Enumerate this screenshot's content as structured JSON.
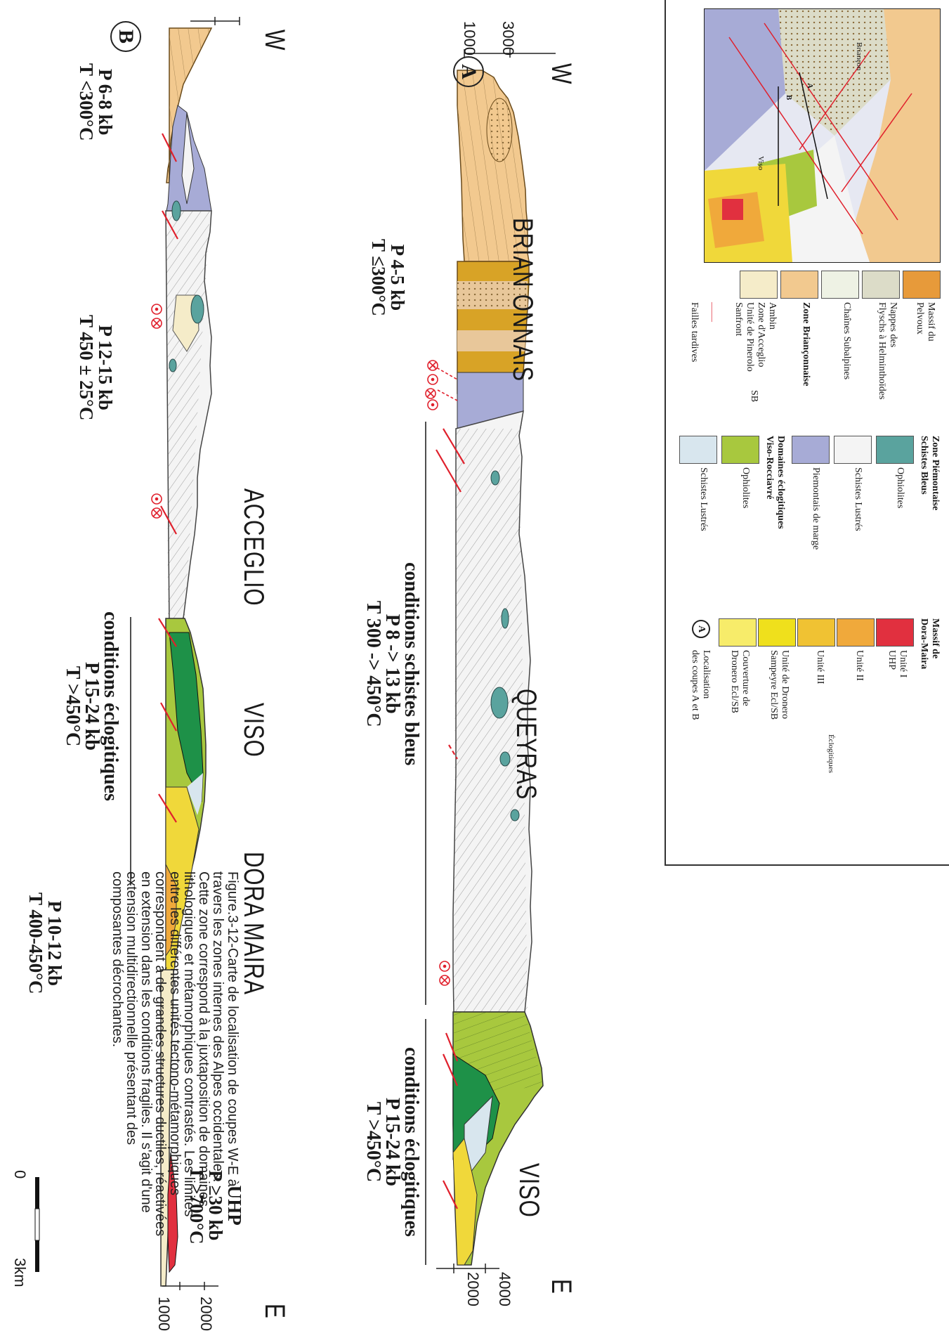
{
  "sections": {
    "A": {
      "label": "A",
      "west": "W",
      "east": "E",
      "zones": {
        "brianconnais": "BRIAN ONNAIS",
        "queyras": "QUEYRAS",
        "viso": "VISO"
      },
      "scale_ticks": [
        "3000",
        "1000",
        "4000",
        "2000"
      ],
      "pt": {
        "brianconnais": {
          "p": "P 4-5 kb",
          "t": "T ≤300°C"
        }
      },
      "conditions": [
        {
          "l1": "conditions schistes bleus",
          "l2": "P 8 -> 13 kb",
          "l3": "T 300 -> 450°C"
        },
        {
          "l1": "conditions éclogitiques",
          "l2": "P 15-24 kb",
          "l3": "T >450°C"
        }
      ]
    },
    "B": {
      "label": "B",
      "west": "W",
      "east": "E",
      "zones": {
        "acceglio": "ACCEGLIO",
        "viso": "VISO",
        "dora_maira": "DORA MAIRA"
      },
      "scale_ticks": [
        "2000",
        "1000"
      ],
      "pt": {
        "west": {
          "p": "P 6-8 kb",
          "t": "T <300°C"
        },
        "acceglio": {
          "p": "P 12-15 kb",
          "t": "T 450 ± 25°C"
        },
        "dora": {
          "p": "P 10-12 kb",
          "t": "T 400-450°C"
        },
        "uhp": {
          "l0": "UHP",
          "p": "P ≥30 kb",
          "t": "T >700°C"
        }
      },
      "conditions": {
        "l1": "conditions éclogitiques",
        "l2": "P 15-24 kb",
        "l3": "T >450°C"
      }
    }
  },
  "scale_bar": {
    "start": "0",
    "end": "3km"
  },
  "map": {
    "places": [
      "Briançon",
      "Viso"
    ],
    "section_labels": [
      "A",
      "B"
    ]
  },
  "legend": {
    "items": [
      {
        "label": "Massif du\nPelvoux",
        "color": "#e79a3a",
        "pattern": "dots"
      },
      {
        "label": "Nappes des\nFlyschs à Helminthoïdes",
        "color": "#dcdcc8",
        "pattern": "dots"
      },
      {
        "label": "Chaînes Subalpines",
        "color": "#eef2e4"
      },
      {
        "label": "Zone Briançonnaise",
        "color": "#f2c98f",
        "bold": true
      },
      {
        "label": "Ambin\nZone d'Acceglio\nUnité de Pinerolo\nSanfront",
        "color": "#f5ecc9"
      }
    ],
    "sb_tag": "SB",
    "failles": "Failles tardives",
    "piemont_head": "Zone Piémontaise\nSchistes Bleus",
    "piemont_items": [
      {
        "label": "Ophiolites",
        "color": "#5aa39e"
      },
      {
        "label": "Schistes Lustrés",
        "color": "#f4f4f4"
      },
      {
        "label": "Piemontais de marge",
        "color": "#a7abd6"
      }
    ],
    "eclog_head": "Domaines éclogitiques\nViso-Rocciavré",
    "eclog_items": [
      {
        "label": "Ophiolites",
        "color": "#a8c83e"
      },
      {
        "label": "Schistes Lustrés",
        "color": "#d8e6ee"
      }
    ],
    "dora_head": "Massif de\nDora-Maira",
    "dora_items": [
      {
        "label": "Unité I\nUHP",
        "color": "#e1303f"
      },
      {
        "label": "Unité II",
        "color": "#f0a93b"
      },
      {
        "label": "Unité III",
        "color": "#f0c233"
      },
      {
        "label": "Unité de Dronero\nSampeyre Ecl/SB",
        "color": "#efe01c"
      },
      {
        "label": "Couverture de\nDronero Ecl/SB",
        "color": "#f7ec6a"
      }
    ],
    "eclog_tag": "Éclogitiques",
    "loc_symbol": "A",
    "loc_label": "Localisation\ndes coupes A et B"
  },
  "caption": [
    "Figure.3-12-Carte de localisation de coupes W-E à",
    "travers les zones internes des Alpes occidentales.",
    "Cette zone correspond à la juxtaposition de domaines",
    "lithologiques et métamorphiques contrastés. Les limites",
    "entre les différentes unités tectono-métamorphiques",
    "correspondent à de grandes structures ductiles, réactivées",
    "en extension dans les conditions fragiles.  Il s'agit d'une",
    "extension multidirectionnelle présentant des",
    "composantes décrochantes."
  ],
  "colors": {
    "fault": "#e0202c",
    "brianconnais": "#f2c98f",
    "schistes_lustres": "#f4f4f4",
    "ophiolite_blue": "#5aa39e",
    "marge": "#a7abd6",
    "eclog_green": "#a8c83e",
    "dark_green": "#1e9148",
    "yellow": "#f0d83a",
    "orange": "#f0a93b",
    "uhp_red": "#e1303f",
    "cover": "#f5ecc9"
  }
}
